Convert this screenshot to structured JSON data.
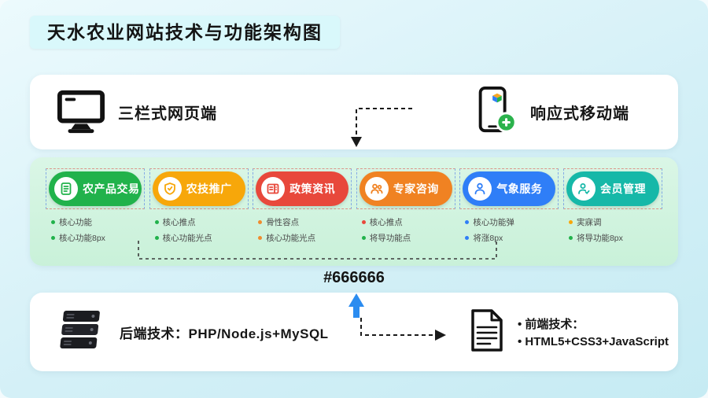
{
  "title": "天水农业网站技术与功能架构图",
  "devices": {
    "web": {
      "label": "三栏式网页端",
      "icon": "monitor-icon"
    },
    "mobile": {
      "label": "响应式移动端",
      "icon": "phone-plus-icon"
    }
  },
  "modules": [
    {
      "label": "农产品交易",
      "color": "#21b24b",
      "icon": "document-icon",
      "bullets": [
        {
          "text": "核心功能",
          "dot": "#21b24b"
        },
        {
          "text": "核心功能8px",
          "dot": "#21b24b"
        }
      ]
    },
    {
      "label": "农技推广",
      "color": "#f7a70a",
      "icon": "badge-icon",
      "bullets": [
        {
          "text": "核心推点",
          "dot": "#21b24b"
        },
        {
          "text": "核心功能光点",
          "dot": "#21b24b"
        }
      ]
    },
    {
      "label": "政策资讯",
      "color": "#e8483b",
      "icon": "news-icon",
      "bullets": [
        {
          "text": "骨性容点",
          "dot": "#f08c2e"
        },
        {
          "text": "核心功能光点",
          "dot": "#f08c2e"
        }
      ]
    },
    {
      "label": "专家咨询",
      "color": "#f08222",
      "icon": "experts-icon",
      "bullets": [
        {
          "text": "核心推点",
          "dot": "#e8483b"
        },
        {
          "text": "将导功能点",
          "dot": "#21b24b"
        }
      ]
    },
    {
      "label": "气象服务",
      "color": "#2f7ef7",
      "icon": "person-icon",
      "bullets": [
        {
          "text": "核心功能弹",
          "dot": "#2f7ef7"
        },
        {
          "text": "将涨8px",
          "dot": "#2f7ef7"
        }
      ]
    },
    {
      "label": "会员管理",
      "color": "#16b8a8",
      "icon": "member-icon",
      "bullets": [
        {
          "text": "実寐调",
          "dot": "#f7a70a"
        },
        {
          "text": "将导功能8px",
          "dot": "#21b24b"
        }
      ]
    }
  ],
  "color_code": "#666666",
  "backend": {
    "label": "后端技术：PHP/Node.js+MySQL",
    "icon": "server-icon"
  },
  "frontend": {
    "icon": "document-sheet-icon",
    "lines": [
      "• 前端技术：",
      "• HTML5+CSS3+JavaScript"
    ]
  },
  "colors": {
    "arrow_blue": "#2b8cf0",
    "connector_black": "#1a1a1a"
  }
}
